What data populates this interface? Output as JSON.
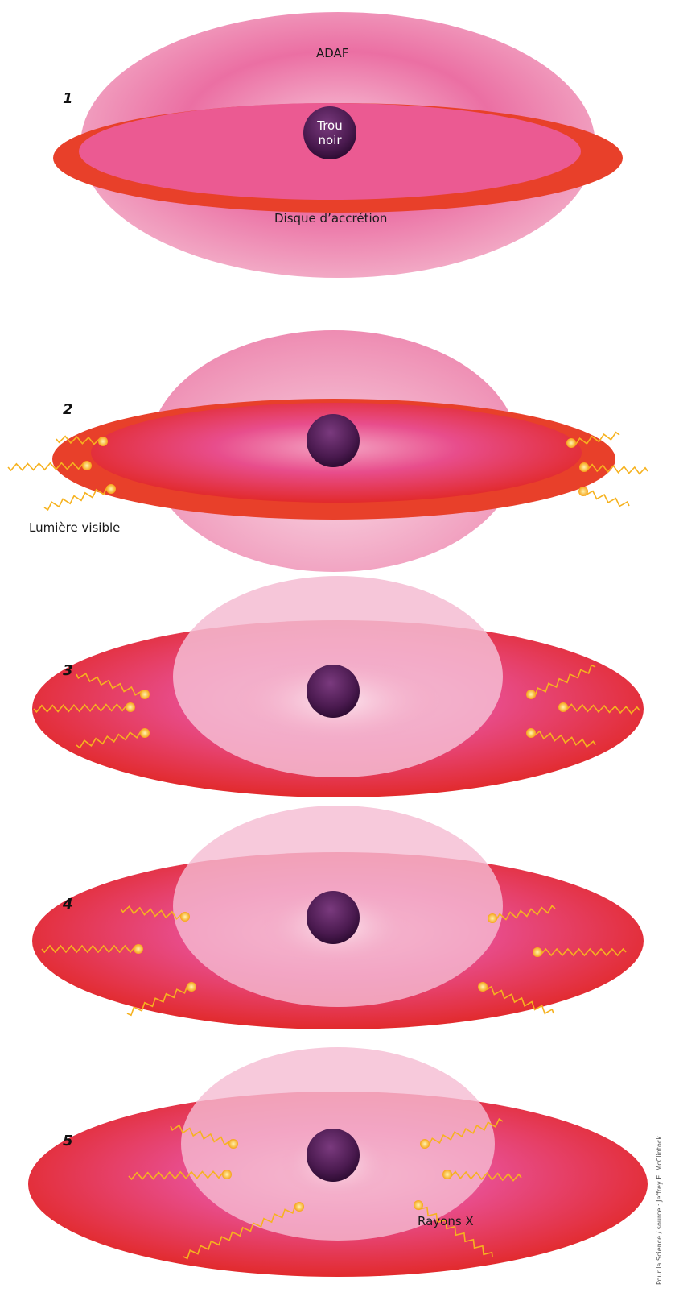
{
  "stages": [
    {
      "number": "1",
      "labels": {
        "adaf": "ADAF",
        "black_hole": "Trou noir",
        "disk": "Disque d’accrétion"
      }
    },
    {
      "number": "2",
      "labels": {
        "visible_light": "Lumière visible"
      }
    },
    {
      "number": "3"
    },
    {
      "number": "4"
    },
    {
      "number": "5",
      "labels": {
        "xrays": "Rayons X"
      }
    }
  ],
  "credit": "Pour la Science / source : Jeffrey E. McClintock",
  "colors": {
    "adaf_pink": "#e8619a",
    "disk_red": "#e8332a",
    "black_hole": "#4a1a4f",
    "photon": "#f6b21f"
  }
}
